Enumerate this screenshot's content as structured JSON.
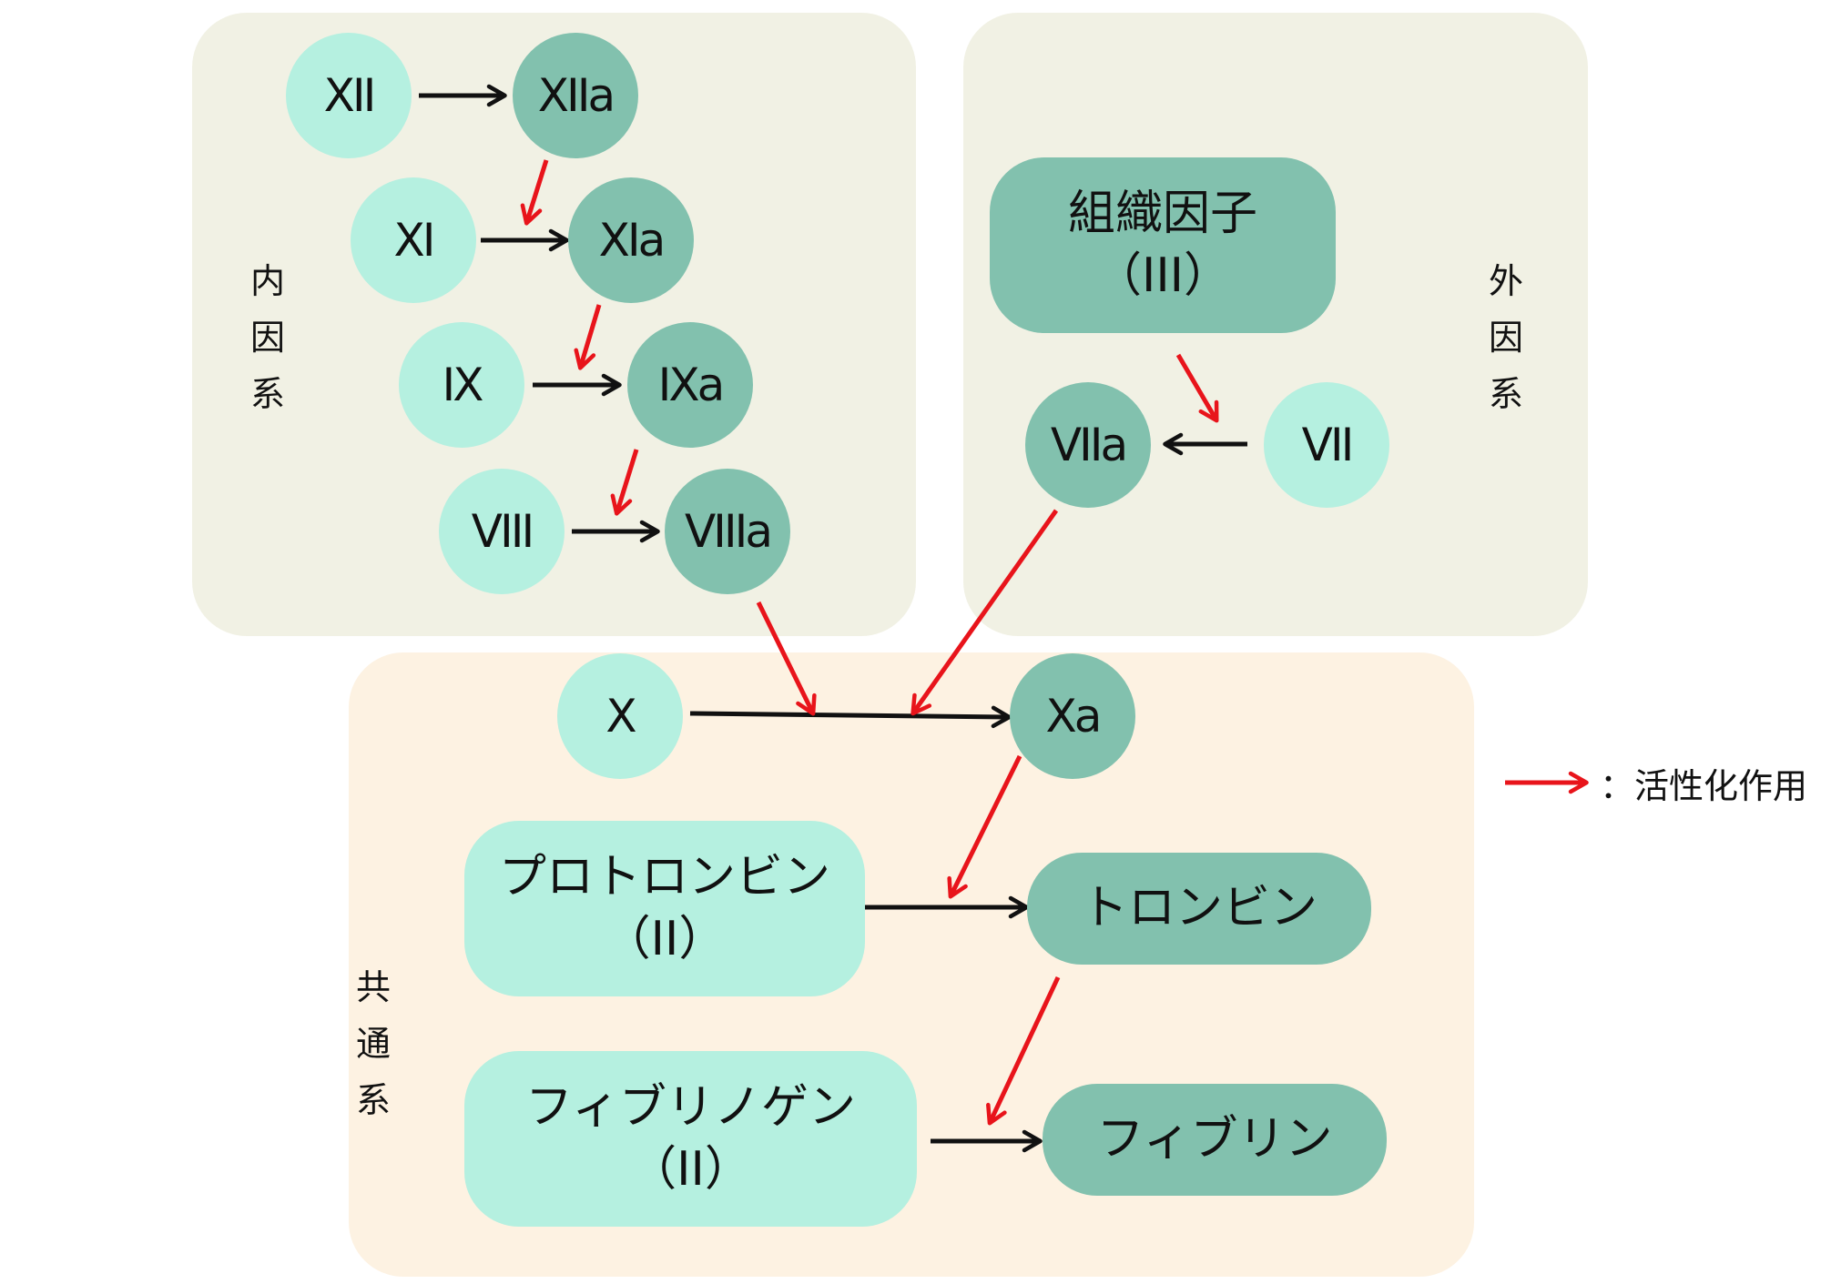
{
  "colors": {
    "panel_intrinsic": "#f1f1e4",
    "panel_extrinsic": "#f1f1e4",
    "panel_common": "#fdf2e2",
    "inactive_node": "#b5f0e0",
    "active_node": "#82c1ae",
    "activation_arrow": "#e8141b",
    "conversion_arrow": "#111111"
  },
  "groups": {
    "intrinsic": "内因系",
    "extrinsic": "外因系",
    "common": "共通系"
  },
  "nodes": {
    "xii": "XII",
    "xiia": "XIIa",
    "xi": "XI",
    "xia": "XIa",
    "ix": "IX",
    "ixa": "IXa",
    "viii": "VIII",
    "viiia": "VIIIa",
    "tissue_factor_name": "組織因子",
    "tissue_factor_num": "（III）",
    "viia": "VIIa",
    "vii": "VII",
    "x": "X",
    "xa": "Xa",
    "prothrombin_name": "プロトロンビン",
    "prothrombin_num": "（II）",
    "thrombin": "トロンビン",
    "fibrinogen_name": "フィブリノゲン",
    "fibrinogen_num": "（II）",
    "fibrin": "フィブリン"
  },
  "legend": {
    "label": "：活性化作用",
    "icon": "red-arrow-icon"
  }
}
